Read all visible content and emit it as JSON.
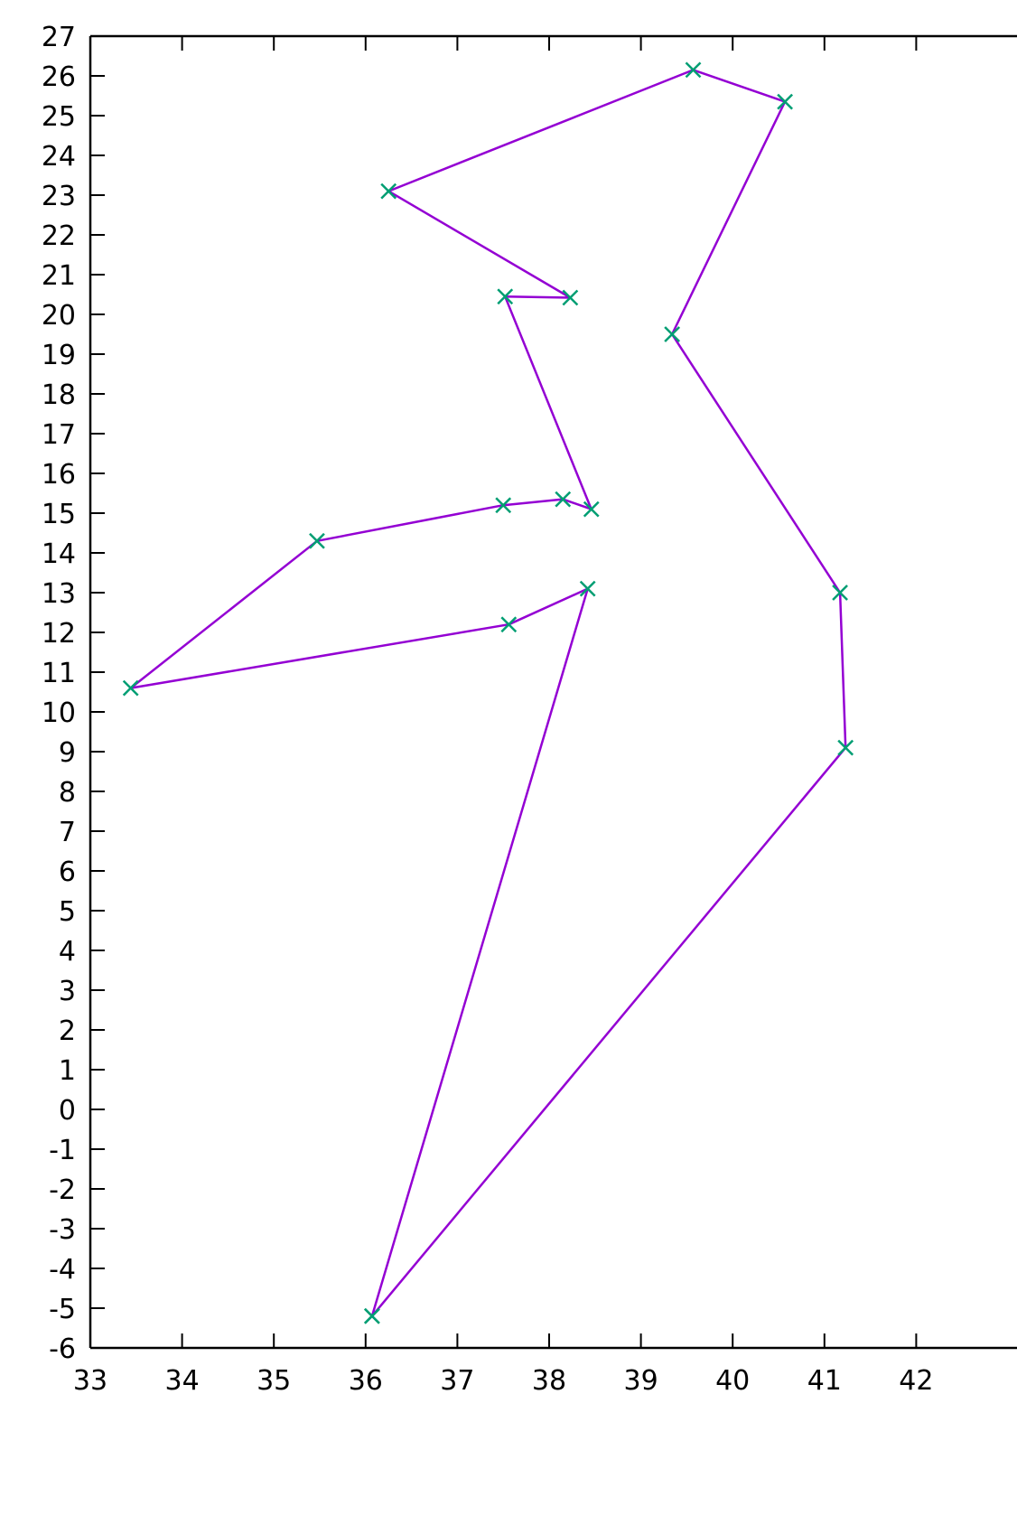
{
  "chart_data": {
    "type": "line",
    "title": "",
    "xlabel": "",
    "ylabel": "",
    "xlim": [
      33,
      43
    ],
    "ylim": [
      -6,
      27
    ],
    "x_ticks": [
      "33",
      "34",
      "35",
      "36",
      "37",
      "38",
      "39",
      "40",
      "41",
      "42"
    ],
    "y_ticks": [
      "-6",
      "-5",
      "-4",
      "-3",
      "-2",
      "-1",
      "0",
      "1",
      "2",
      "3",
      "4",
      "5",
      "6",
      "7",
      "8",
      "9",
      "10",
      "11",
      "12",
      "13",
      "14",
      "15",
      "16",
      "17",
      "18",
      "19",
      "20",
      "21",
      "22",
      "23",
      "24",
      "25",
      "26",
      "27"
    ],
    "grid": false,
    "legend": "none",
    "series": [
      {
        "line_color": "#9400d3",
        "marker": "x",
        "marker_color": "#009e73",
        "points": [
          {
            "x": 36.07,
            "y": -5.2
          },
          {
            "x": 38.42,
            "y": 13.1
          },
          {
            "x": 37.56,
            "y": 12.2
          },
          {
            "x": 33.44,
            "y": 10.6
          },
          {
            "x": 35.47,
            "y": 14.3
          },
          {
            "x": 37.5,
            "y": 15.2
          },
          {
            "x": 38.15,
            "y": 15.35
          },
          {
            "x": 38.46,
            "y": 15.1
          },
          {
            "x": 37.52,
            "y": 20.45
          },
          {
            "x": 38.23,
            "y": 20.42
          },
          {
            "x": 36.25,
            "y": 23.1
          },
          {
            "x": 39.57,
            "y": 26.15
          },
          {
            "x": 40.57,
            "y": 25.35
          },
          {
            "x": 39.34,
            "y": 19.5
          },
          {
            "x": 41.17,
            "y": 13.0
          },
          {
            "x": 41.23,
            "y": 9.1
          },
          {
            "x": 36.07,
            "y": -5.2
          }
        ]
      }
    ]
  }
}
